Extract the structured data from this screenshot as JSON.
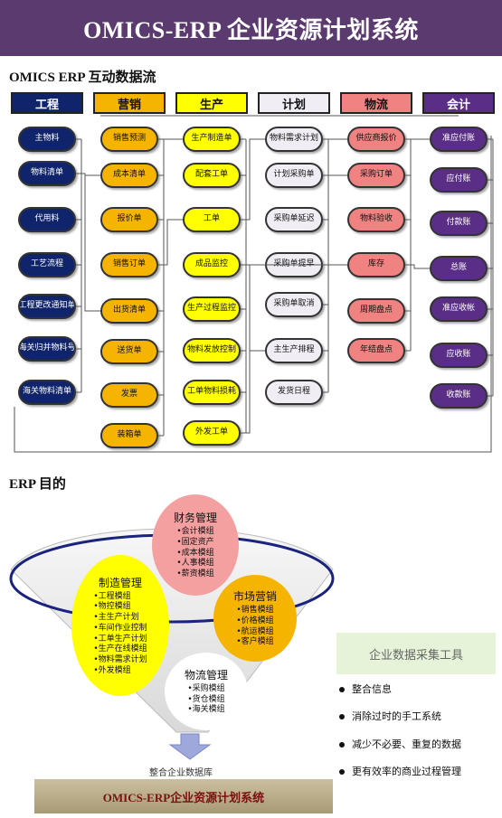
{
  "banner": {
    "title": "OMICS-ERP 企业资源计划系统"
  },
  "flow": {
    "title": "OMICS ERP 互动数据流",
    "columns": [
      {
        "label": "工程",
        "header_bg": "#10246b",
        "header_fg": "#ffffff",
        "node_bg": "#10246b",
        "node_fg": "#ffffff",
        "nodes": [
          "主物料",
          "物料清单",
          "代用料",
          "工艺流程",
          "工程更改通知单",
          "海关归并物料号",
          "海关物料清单"
        ]
      },
      {
        "label": "营销",
        "header_bg": "#f5b400",
        "header_fg": "#111111",
        "node_bg": "#f5b400",
        "node_fg": "#111111",
        "nodes": [
          "销售预测",
          "成本清单",
          "报价单",
          "销售订单",
          "出货清单",
          "送货单",
          "发票",
          "装箱单"
        ]
      },
      {
        "label": "生产",
        "header_bg": "#ffff00",
        "header_fg": "#111111",
        "node_bg": "#ffff00",
        "node_fg": "#111111",
        "nodes": [
          "生产制造单",
          "配套工单",
          "工单",
          "成品监控",
          "生产过程监控",
          "物料发放控制",
          "工单物料损耗",
          "外发工单"
        ]
      },
      {
        "label": "计划",
        "header_bg": "#f0eef4",
        "header_fg": "#111111",
        "node_bg": "#f0eef4",
        "node_fg": "#111111",
        "nodes": [
          "物料需求计划",
          "计划采购单",
          "采购单延迟",
          "采购单提早",
          "采购单取消",
          "主生产排程",
          "发货日程"
        ]
      },
      {
        "label": "物流",
        "header_bg": "#f08282",
        "header_fg": "#111111",
        "node_bg": "#f08282",
        "node_fg": "#111111",
        "nodes": [
          "供应商报价",
          "采购订单",
          "物料验收",
          "库存",
          "周期盘点",
          "年结盘点"
        ]
      },
      {
        "label": "会计",
        "header_bg": "#5a2e86",
        "header_fg": "#ffffff",
        "node_bg": "#5a2e86",
        "node_fg": "#ffffff",
        "nodes": [
          "准应付账",
          "应付账",
          "付款账",
          "总账",
          "准应收帐",
          "应收账",
          "收款账"
        ]
      }
    ]
  },
  "goals": {
    "title": "ERP 目的",
    "finance": {
      "title": "财务管理",
      "items": [
        "•会计模组",
        "•固定资产",
        "•成本模组",
        "•人事模组",
        "•薪资模组"
      ],
      "color": "#f4a0a0"
    },
    "manufacturing": {
      "title": "制造管理",
      "items": [
        "•工程模组",
        "•物控模组",
        "•主生产计划",
        "•车间作业控制",
        "•工单生产计划",
        "•生产在线模组",
        "•物料需求计划",
        "•外发模组"
      ],
      "color": "#ffff00"
    },
    "marketing": {
      "title": "市场营销",
      "items": [
        "•销售模组",
        "•价格模组",
        "•航运模组",
        "•客户模组"
      ],
      "color": "#f5b400"
    },
    "logistics": {
      "title": "物流管理",
      "items": [
        "•采购模组",
        "•货仓模组",
        "•海关模组"
      ],
      "color": "#ffffff"
    },
    "database_label": "整合企业数据库",
    "tool_box": "企业数据采集工具",
    "bullets": [
      "整合信息",
      "消除过时的手工系统",
      "减少不必要、重复的数据",
      "更有效率的商业过程管理"
    ]
  },
  "footer": {
    "title": "OMICS-ERP企业资源计划系统"
  }
}
